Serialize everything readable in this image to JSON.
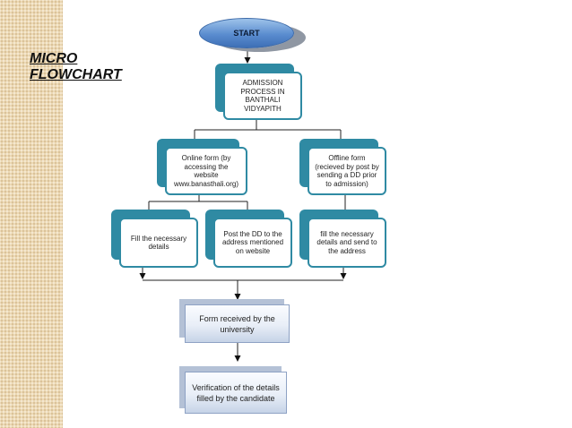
{
  "title": "MICRO FLOWCHART",
  "nodes": {
    "start": "START",
    "admission": "ADMISSION PROCESS IN BANTHALI VIDYAPITH",
    "online": "Online form (by accessing the website www.banasthali.org)",
    "offline": "Offline form (recieved by post by sending a DD prior to admission)",
    "fill_details": "Fill the necessary details",
    "post_dd": "Post the DD to the address mentioned on website",
    "fill_send": "fill the necessary details  and send to the address",
    "form_received": "Form received by the university",
    "verification": "Verification of the details filled by the candidate"
  },
  "colors": {
    "teal_box": "#2f8aa3",
    "start_fill": "#5a8ccf",
    "strip": "#ecd9b4"
  }
}
